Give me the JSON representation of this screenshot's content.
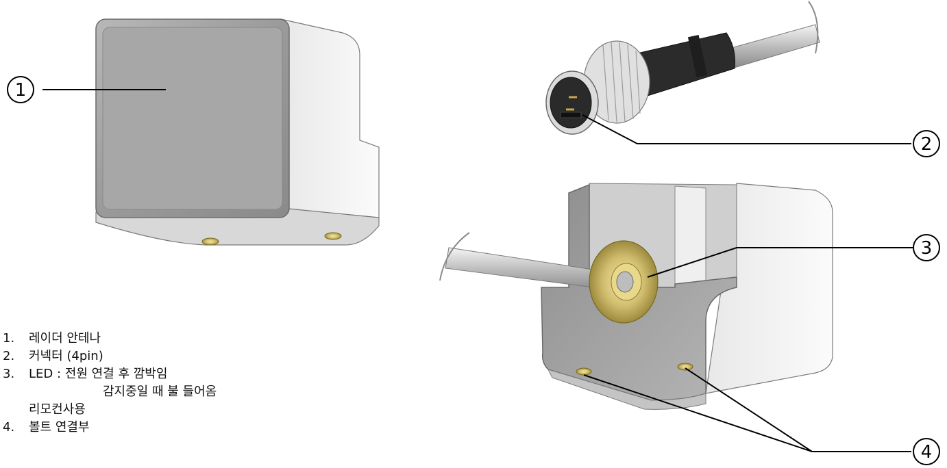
{
  "callouts": [
    {
      "id": "1",
      "label": "①"
    },
    {
      "id": "2",
      "label": "②"
    },
    {
      "id": "3",
      "label": "③"
    },
    {
      "id": "4",
      "label": "④"
    }
  ],
  "legend": {
    "item1": {
      "number": "1.",
      "text": "레이더 안테나"
    },
    "item2": {
      "number": "2.",
      "text": "커넥터 (4pin)"
    },
    "item3": {
      "number": "3.",
      "text": "LED : 전원 연결 후 깜박임",
      "continuation": "감지중일 때 불 들어옴"
    },
    "remote": {
      "text": "리모컨사용"
    },
    "item4": {
      "number": "4.",
      "text": "볼트 연결부"
    }
  },
  "colors": {
    "housing_light": "#f2f2f2",
    "housing_mid": "#d9d9d9",
    "housing_dark": "#a8a8a8",
    "brass": "#c9b46a",
    "line": "#000000"
  }
}
